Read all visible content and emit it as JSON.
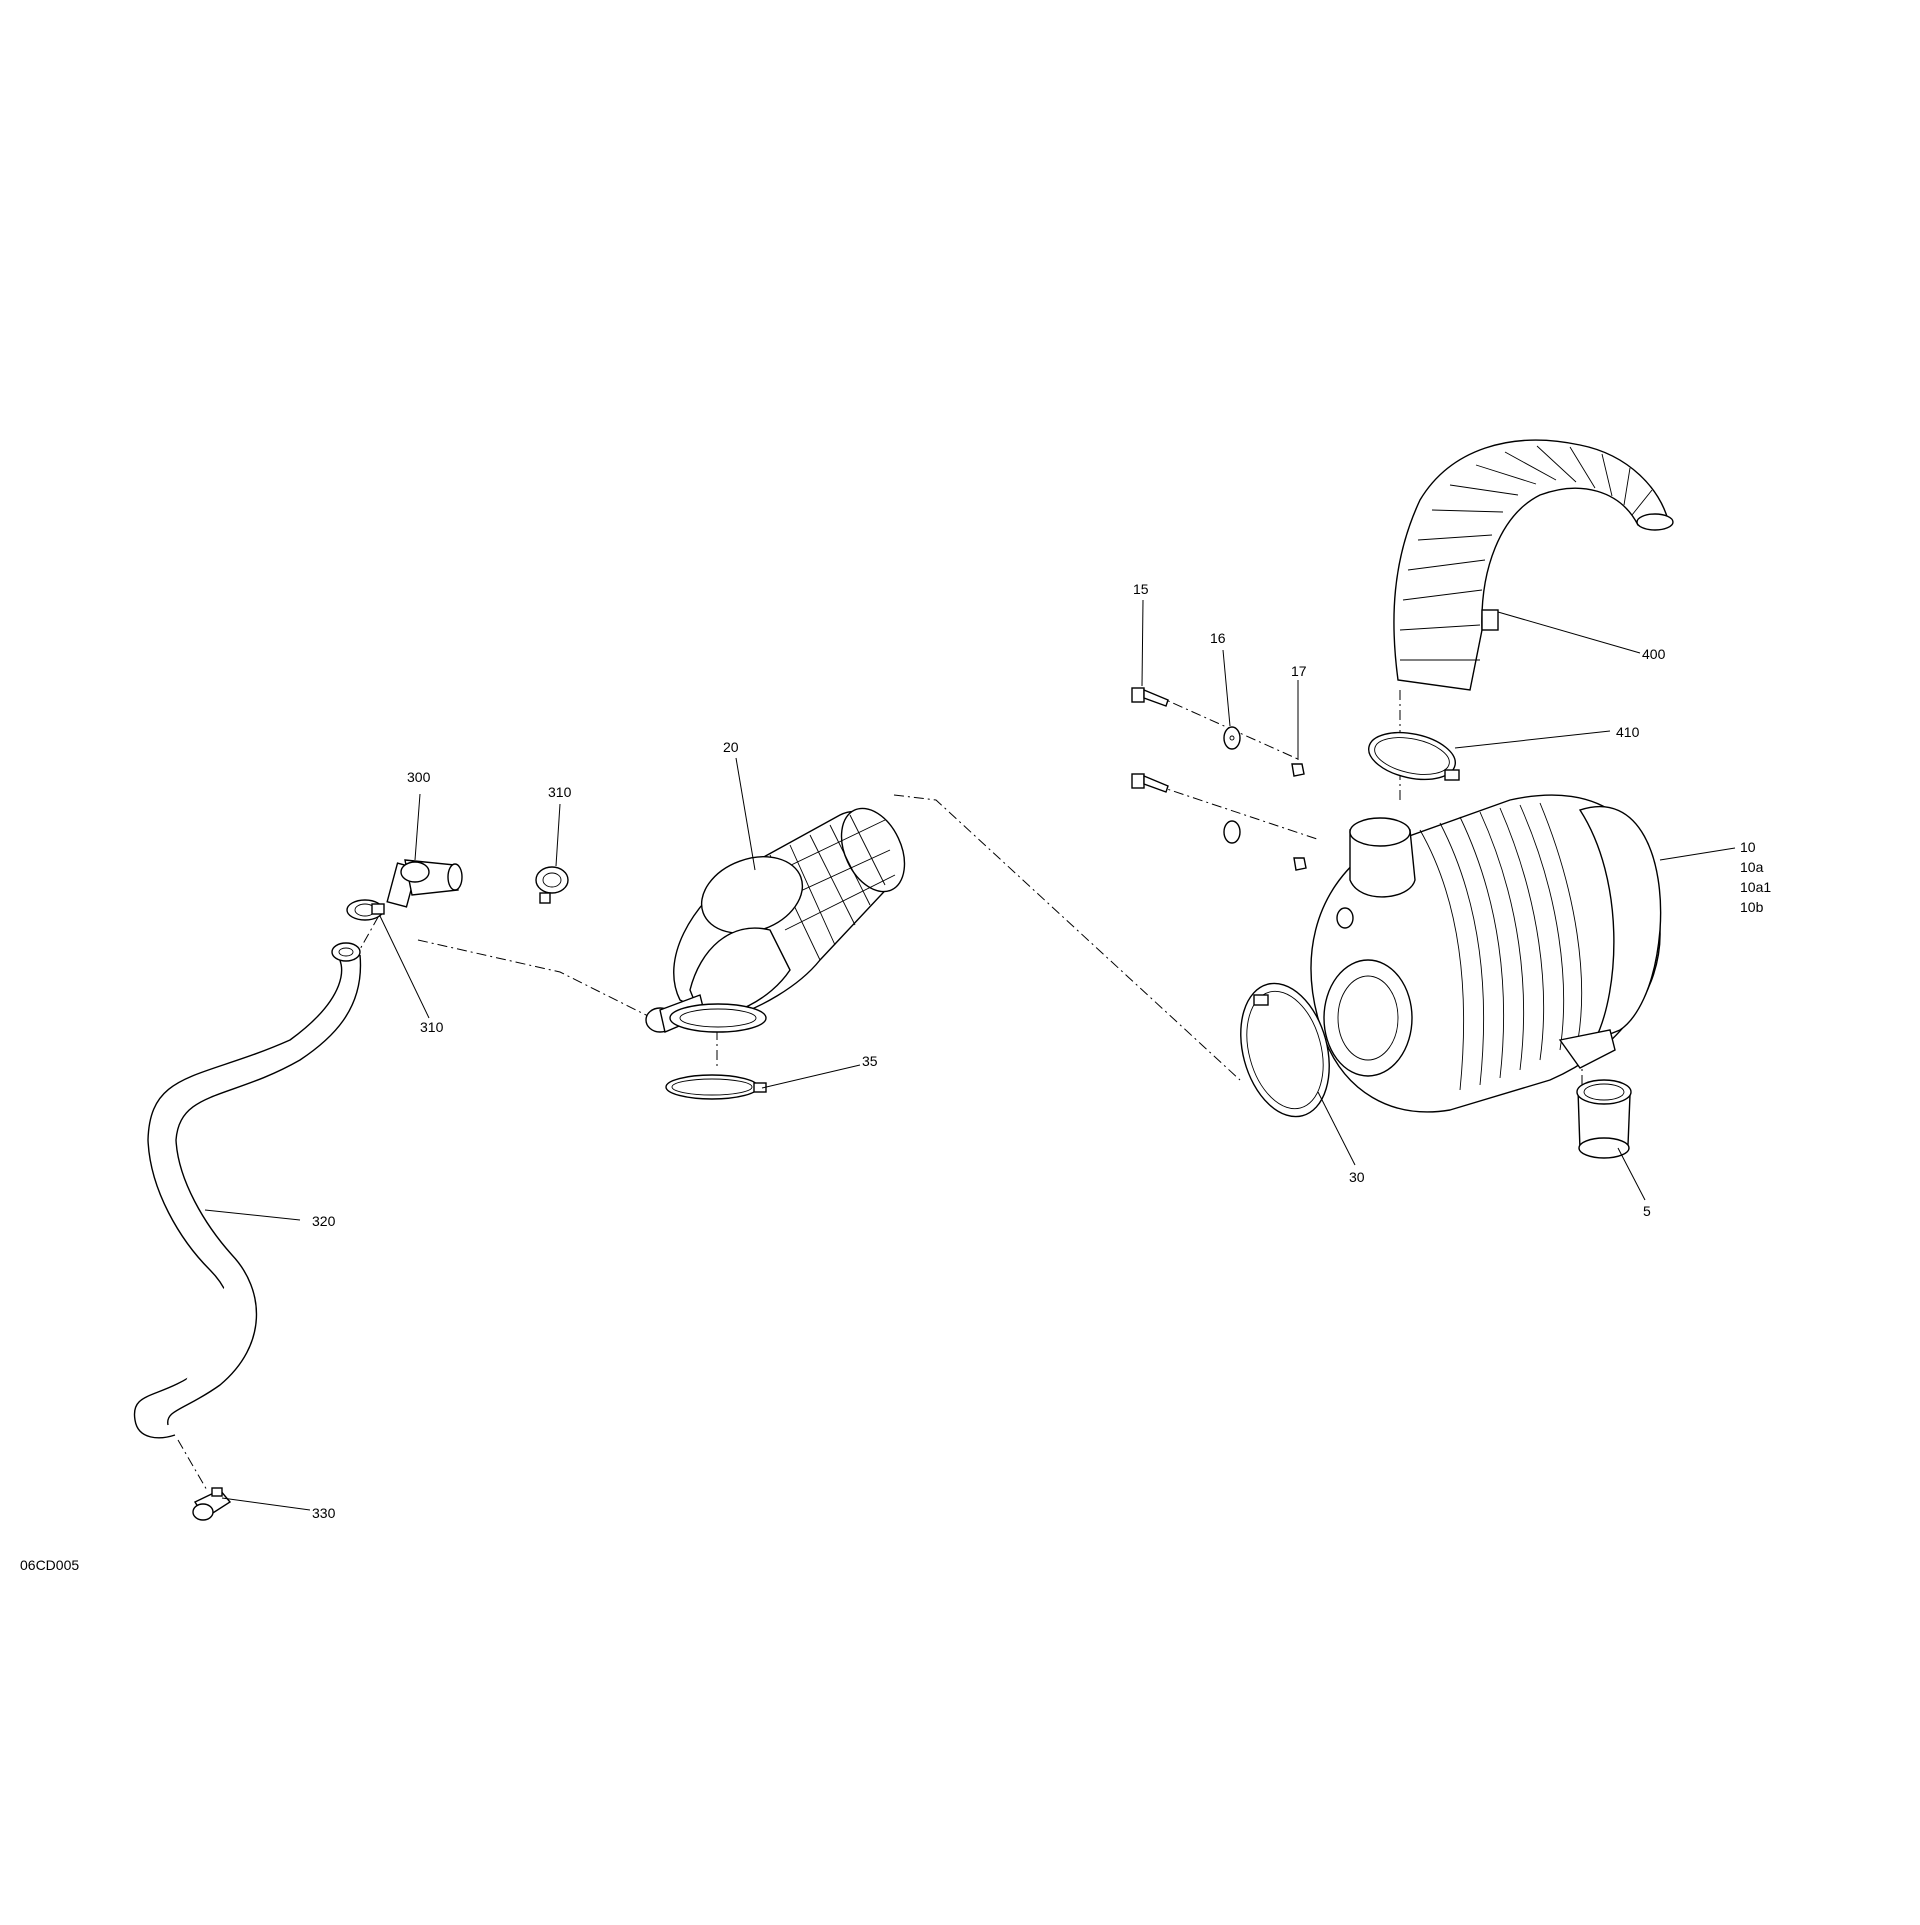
{
  "diagram": {
    "reference_code": "06CD005",
    "callouts": {
      "c5": "5",
      "c10": "10",
      "c10a": "10a",
      "c10a1": "10a1",
      "c10b": "10b",
      "c15": "15",
      "c16": "16",
      "c17": "17",
      "c20": "20",
      "c30": "30",
      "c35": "35",
      "c300": "300",
      "c310a": "310",
      "c310b": "310",
      "c320": "320",
      "c330": "330",
      "c400": "400",
      "c410": "410"
    }
  }
}
